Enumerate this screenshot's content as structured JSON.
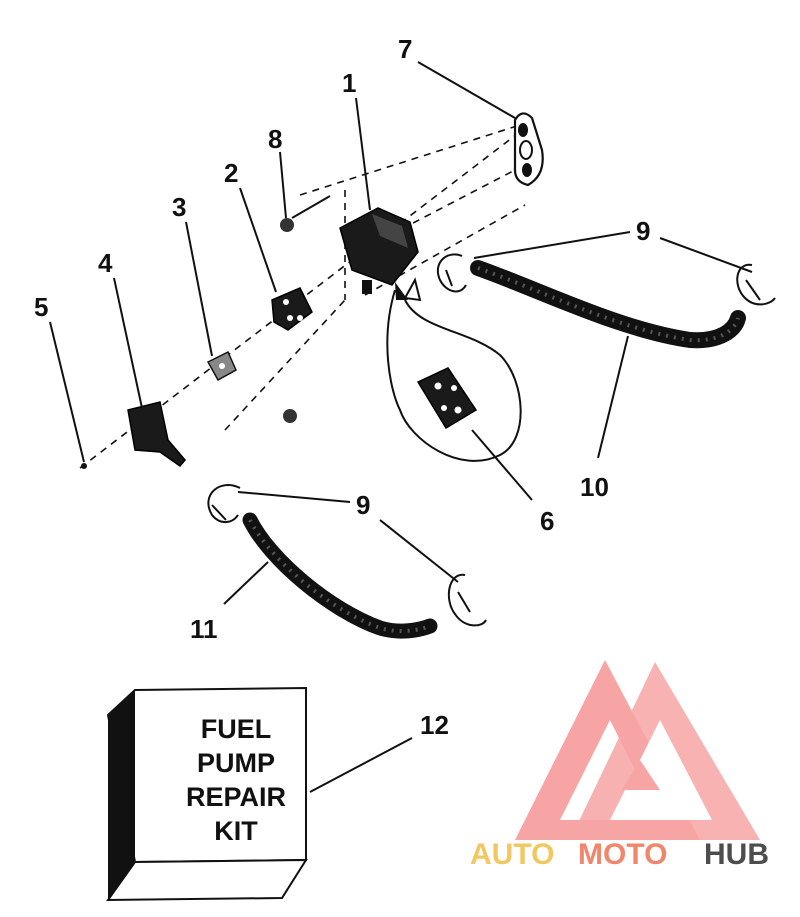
{
  "callouts": {
    "c1": "1",
    "c2": "2",
    "c3": "3",
    "c4": "4",
    "c5": "5",
    "c6": "6",
    "c7": "7",
    "c8": "8",
    "c9_upper": "9",
    "c9_lower": "9",
    "c10": "10",
    "c11": "11",
    "c12": "12"
  },
  "kit_label": {
    "line1": "FUEL",
    "line2": "PUMP",
    "line3": "REPAIR",
    "line4": "KIT"
  },
  "watermark": {
    "part1": "AUTO",
    "part2": "MOTO",
    "part3": "HUB",
    "colors": {
      "logo": "#f05a5a",
      "auto": "#f2c14e",
      "moto": "#f07a5a",
      "hub": "#3a3a3a"
    }
  }
}
